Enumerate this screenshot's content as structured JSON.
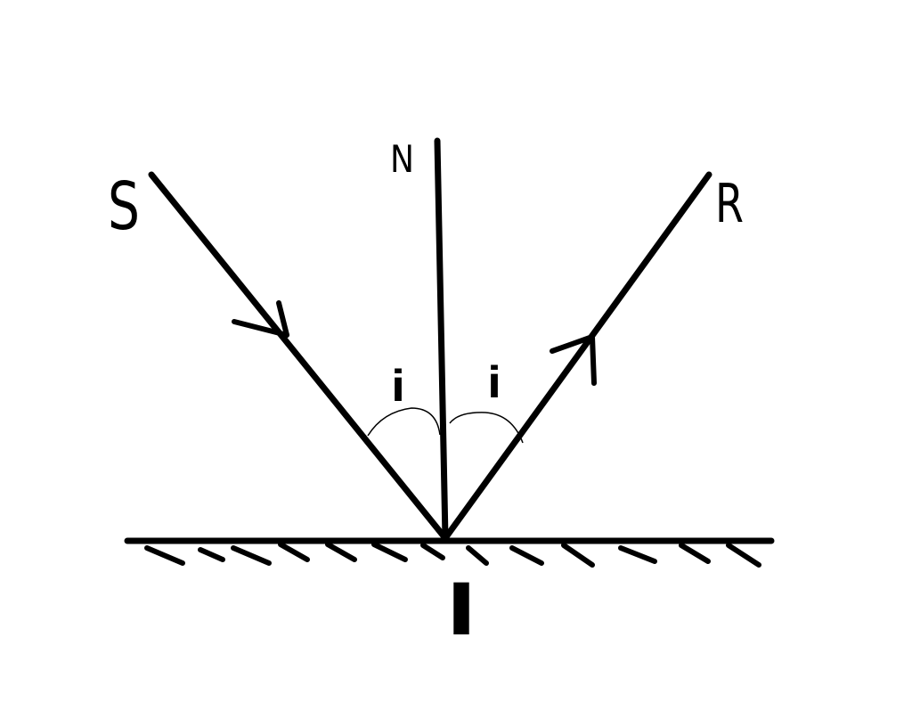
{
  "labels": {
    "source": "S",
    "normal": "N",
    "reflected": "R",
    "incidence_point": "I",
    "incident_angle": "i",
    "reflected_angle": "i"
  },
  "colors": {
    "background": "#ffffff",
    "ink": "#000000"
  }
}
